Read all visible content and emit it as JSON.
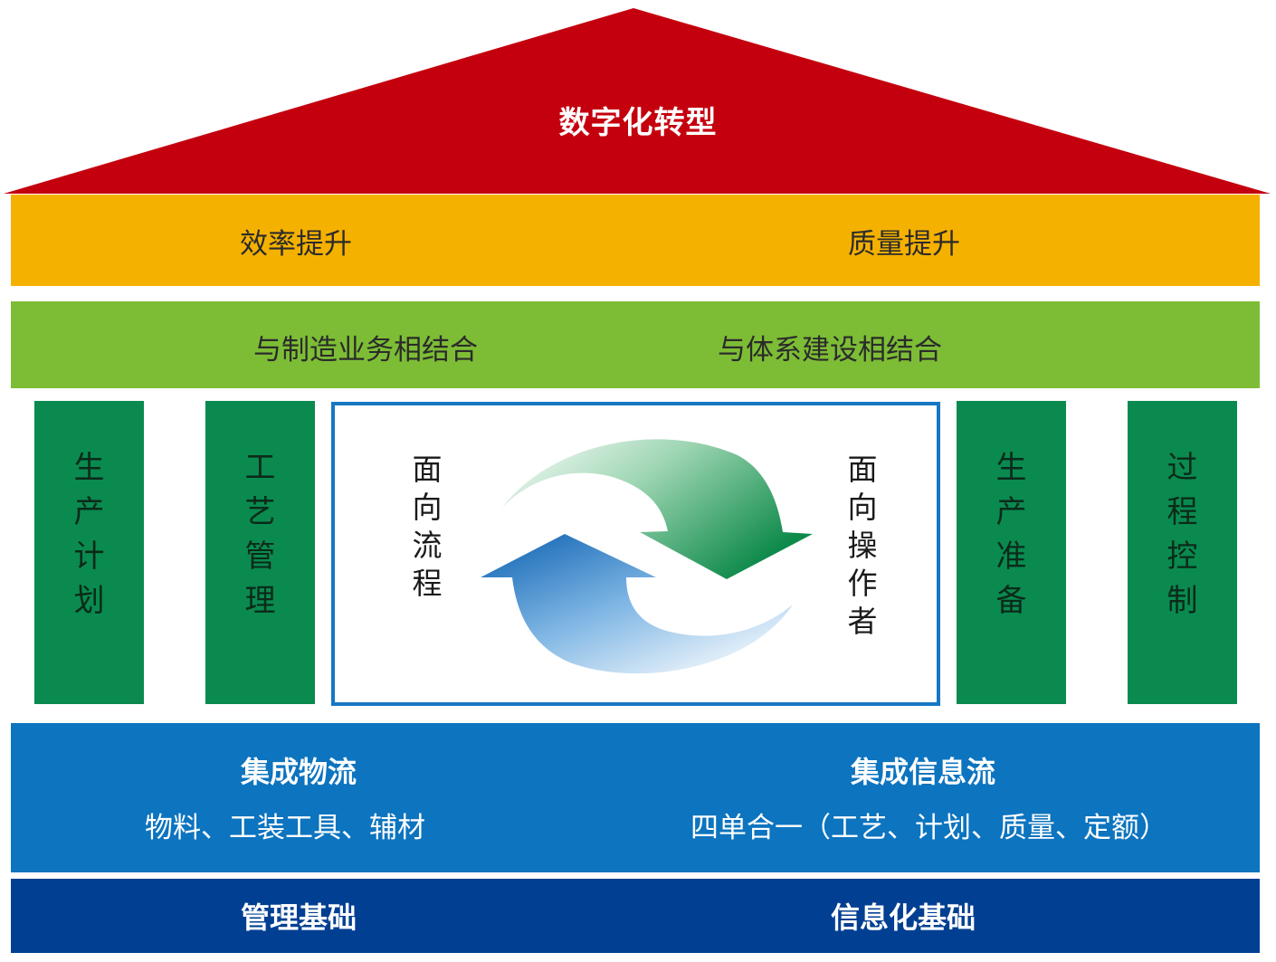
{
  "roof": {
    "title": "数字化转型",
    "color": "#c4000e"
  },
  "goals": {
    "left": "效率提升",
    "right": "质量提升",
    "color": "#f5b100"
  },
  "integration": {
    "left": "与制造业务相结合",
    "right": "与体系建设相结合",
    "color": "#7dbd35"
  },
  "pillars": [
    {
      "label": "生产计划"
    },
    {
      "label": "工艺管理"
    },
    {
      "label": "生产准备"
    },
    {
      "label": "过程控制"
    }
  ],
  "center": {
    "left_label": "面向流程",
    "right_label": "面向操作者",
    "border_color": "#1677c4"
  },
  "flows": {
    "left_title": "集成物流",
    "left_detail": "物料、工装工具、辅材",
    "right_title": "集成信息流",
    "right_detail": "四单合一（工艺、计划、质量、定额）",
    "color": "#0d74bf"
  },
  "foundation": {
    "left": "管理基础",
    "right": "信息化基础",
    "color": "#003f92"
  }
}
